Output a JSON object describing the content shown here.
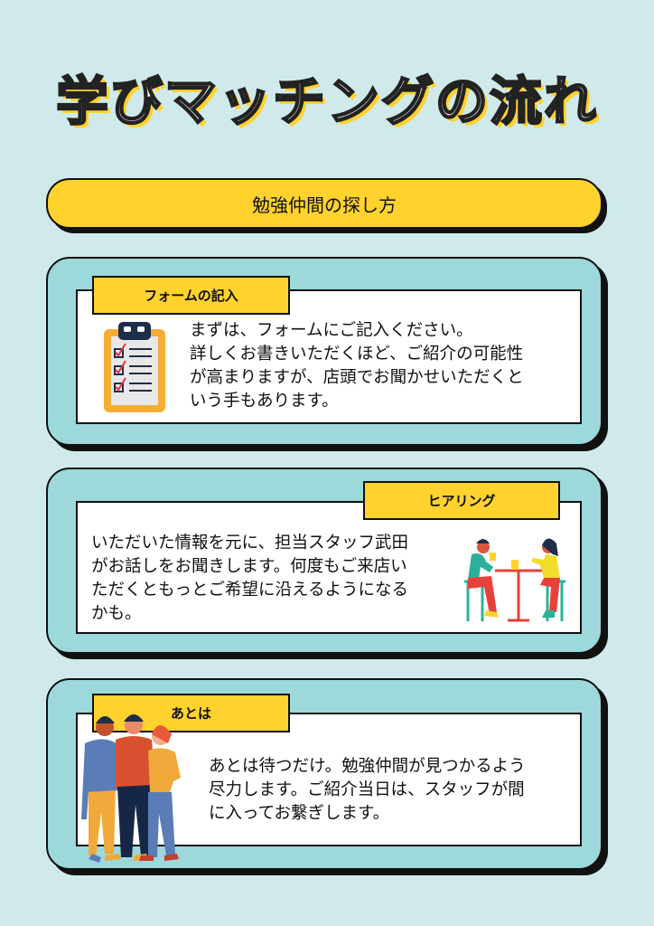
{
  "page": {
    "title": "学びマッチングの流れ",
    "subtitle": "勉強仲間の探し方",
    "colors": {
      "background": "#d0eaeb",
      "card": "#9dd8da",
      "accent_yellow": "#ffd22e",
      "outline": "#111111"
    }
  },
  "steps": [
    {
      "tag": "フォームの記入",
      "icon": "clipboard-checklist-icon",
      "text": "まずは、フォームにご記入ください。\n詳しくお書きいただくほど、ご紹介の可能性\nが高まりますが、店頭でお聞かせいただくと\nいう手もあります。"
    },
    {
      "tag": "ヒアリング",
      "icon": "two-people-at-table-illustration",
      "text": "いただいた情報を元に、担当スタッフ武田\nがお話しをお聞きします。何度もご来店い\nただくともっとご希望に沿えるようになる\nかも。"
    },
    {
      "tag": "あとは",
      "icon": "three-friends-illustration",
      "text": "あとは待つだけ。勉強仲間が見つかるよう\n尽力します。ご紹介当日は、スタッフが間\nに入ってお繋ぎします。"
    }
  ]
}
